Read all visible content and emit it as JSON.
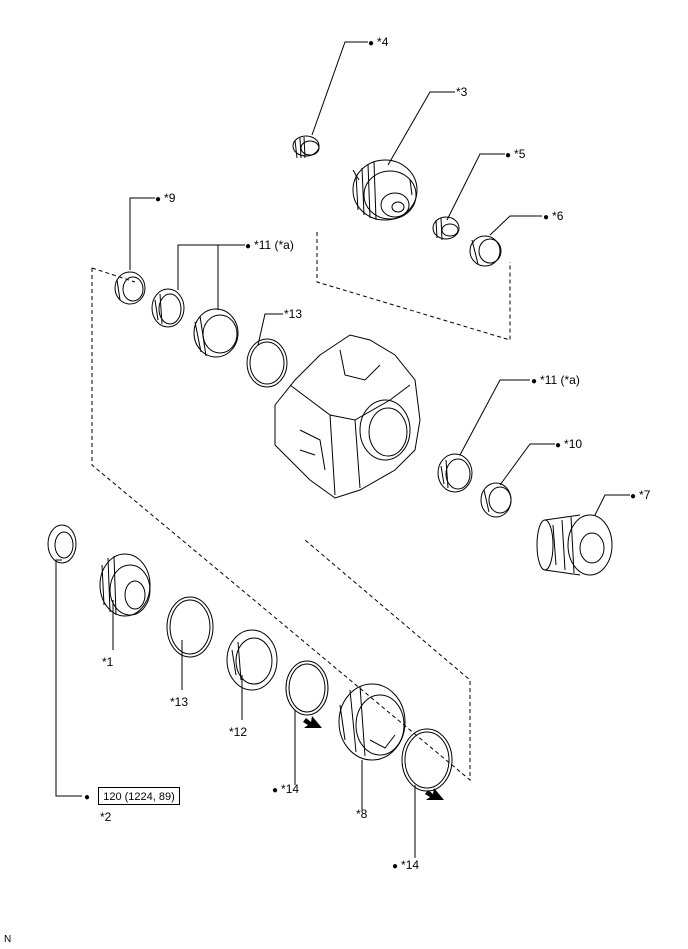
{
  "labels": {
    "c1": "*1",
    "c2": "*2",
    "c3": "*3",
    "c4": "*4",
    "c5": "*5",
    "c6": "*6",
    "c7": "*7",
    "c8": "*8",
    "c9": "*9",
    "c10": "*10",
    "c11a": "*11 (*a)",
    "c11b": "*11 (*a)",
    "c12": "*12",
    "c13a": "*13",
    "c13b": "*13",
    "c14a": "*14",
    "c14b": "*14"
  },
  "bullet": "●",
  "torque_spec": "120 (1224, 89)",
  "corner_mark": "N"
}
